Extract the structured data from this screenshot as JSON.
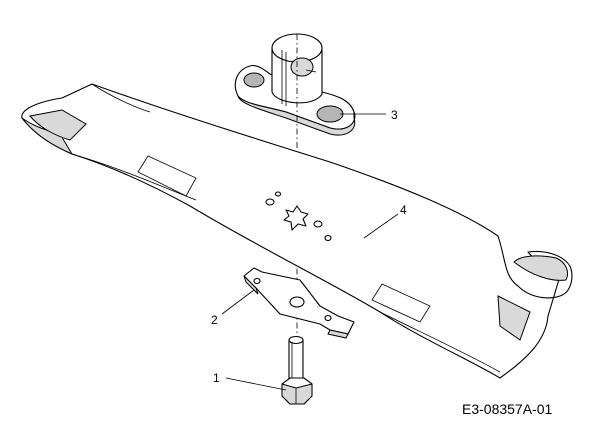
{
  "callouts": {
    "bolt": "1",
    "stiffener_plate": "2",
    "blade_adapter": "3",
    "blade": "4"
  },
  "document_id": "E3-08357A-01"
}
